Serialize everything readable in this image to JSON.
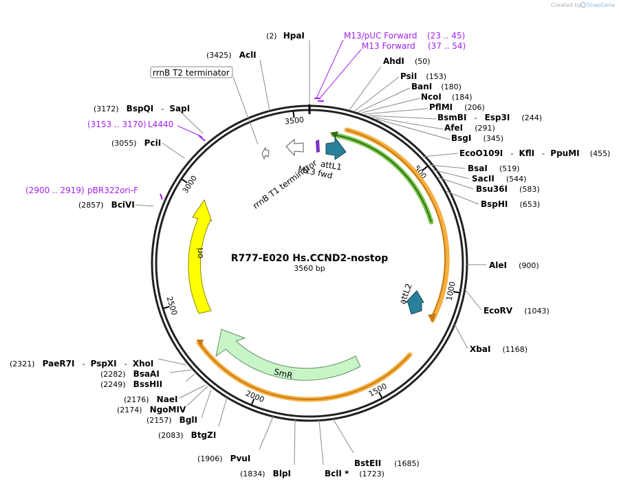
{
  "app": {
    "credit_text": "Created by",
    "credit_brand": "SnapGene"
  },
  "plasmid": {
    "name": "R777-E020 Hs.CCND2-nostop",
    "length_label": "3560 bp"
  },
  "ruler": [
    "500",
    "1000",
    "1500",
    "2000",
    "2500",
    "3000",
    "3500"
  ],
  "enzymes": {
    "hpai": {
      "pos": "(2)",
      "name": "HpaI"
    },
    "acli": {
      "pos": "(3425)",
      "name": "AclI"
    },
    "ahdi": {
      "pos": "(50)",
      "name": "AhdI"
    },
    "psii": {
      "name": "PsiI",
      "pos": "(153)"
    },
    "bani": {
      "name": "BanI",
      "pos": "(180)"
    },
    "ncoi": {
      "name": "NcoI",
      "pos": "(184)"
    },
    "pflmi": {
      "name": "PflMI",
      "pos": "(206)"
    },
    "bsmbi": {
      "name": "BsmBI",
      "sep": "-",
      "name2": "Esp3I",
      "pos": "(244)"
    },
    "afei": {
      "name": "AfeI",
      "pos": "(291)"
    },
    "bsgi": {
      "name": "BsgI",
      "pos": "(345)"
    },
    "eco0109i": {
      "name": "EcoO109I",
      "sep": "-",
      "name2": "KflI",
      "sep2": "-",
      "name3": "PpuMI",
      "pos": "(455)"
    },
    "bsai": {
      "name": "BsaI",
      "pos": "(519)"
    },
    "sacii": {
      "name": "SacII",
      "pos": "(544)"
    },
    "bsu36i": {
      "name": "Bsu36I",
      "pos": "(583)"
    },
    "bsphi": {
      "name": "BspHI",
      "pos": "(653)"
    },
    "alei": {
      "name": "AleI",
      "pos": "(900)"
    },
    "ecorv": {
      "name": "EcoRV",
      "pos": "(1043)"
    },
    "xbai": {
      "name": "XbaI",
      "pos": "(1168)"
    },
    "bsteii": {
      "name": "BstEII",
      "pos": "(1685)"
    },
    "bcli": {
      "pos": "(1723)",
      "name": "BclI *"
    },
    "blpi": {
      "pos": "(1834)",
      "name": "BlpI"
    },
    "pvui": {
      "pos": "(1906)",
      "name": "PvuI"
    },
    "btgzi": {
      "pos": "(2083)",
      "name": "BtgZI"
    },
    "bgli": {
      "pos": "(2157)",
      "name": "BglI"
    },
    "ngomiv": {
      "pos": "(2174)",
      "name": "NgoMIV"
    },
    "naei": {
      "pos": "(2176)",
      "name": "NaeI"
    },
    "bsshii": {
      "pos": "(2249)",
      "name": "BssHII"
    },
    "bsaai": {
      "pos": "(2282)",
      "name": "BsaAI"
    },
    "paer7i": {
      "pos": "(2321)",
      "name": "PaeR7I",
      "sep": "-",
      "name2": "PspXI",
      "sep2": "-",
      "name3": "XhoI"
    },
    "bcivi": {
      "pos": "(2857)",
      "name": "BciVI"
    },
    "pcii": {
      "pos": "(3055)",
      "name": "PciI"
    },
    "bspqi": {
      "pos": "(3172)",
      "name": "BspQI",
      "sep": "-",
      "name2": "SapI"
    }
  },
  "primers": {
    "m13puc": {
      "name": "M13/pUC Forward",
      "range": "(23 .. 45)"
    },
    "m13fwd": {
      "name": "M13 Forward",
      "range": "(37 .. 54)"
    },
    "l4440": {
      "range": "(3153 .. 3170)",
      "name": "L4440"
    },
    "pbr322": {
      "range": "(2900 .. 2919)",
      "name": "pBR322ori-F"
    }
  },
  "features": {
    "rrnb_t2": "rrnB T2 terminator",
    "rrnb_t1": "rrnB T1 terminator",
    "attl1": "attL1",
    "m13_fwd": "M13 fwd",
    "attl2": "attL2",
    "ori": "ori",
    "smr": "SmR"
  },
  "colors": {
    "backbone": "#231f20",
    "primer": "#a020f0",
    "orange_band": "#f5b041",
    "orange_core": "#c87a14",
    "green_band": "#7ec850",
    "green_core": "#2e6b10",
    "att_site": "#2a7f9a",
    "ori": "#ffff00",
    "smr": "#c8f5c8",
    "m13": "#7b2fbe"
  }
}
